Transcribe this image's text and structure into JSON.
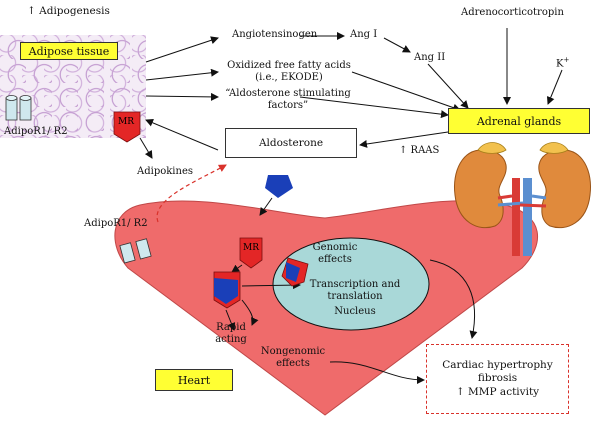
{
  "labels": {
    "adipogenesis": "↑ Adipogenesis",
    "adipose_tissue": "Adipose tissue",
    "adipor_top": "AdipoR1/ R2",
    "mr_top": "MR",
    "adipokines": "Adipokines",
    "angiotensinogen": "Angiotensinogen",
    "ang1": "Ang I",
    "ang2": "Ang II",
    "acth": "Adrenocorticotropin",
    "k_plus": "K",
    "k_sup": "+",
    "ffa_line1": "Oxidized free fatty acids",
    "ffa_line2": "(i.e., EKODE)",
    "asf_line1": "“Aldosterone stimulating",
    "asf_line2": "factors”",
    "adrenal_glands": "Adrenal glands",
    "aldosterone": "Aldosterone",
    "raas": "↑ RAAS",
    "adipor_heart": "AdipoR1/ R2",
    "mr_heart": "MR",
    "genomic_line1": "Genomic",
    "genomic_line2": "effects",
    "transcription_line1": "Transcription and",
    "transcription_line2": "translation",
    "nucleus": "Nucleus",
    "rapid_line1": "Rapid",
    "rapid_line2": "acting",
    "nongenomic_line1": "Nongenomic",
    "nongenomic_line2": "effects",
    "heart": "Heart",
    "outcome_line1": "Cardiac hypertrophy",
    "outcome_line2": "fibrosis",
    "outcome_line3": "↑ MMP activity"
  },
  "colors": {
    "label_box": "#ffff33",
    "heart_fill": "#ef6b6b",
    "nucleus_fill": "#a9d8d8",
    "mr_red": "#e32626",
    "aldosterone_blue": "#1a3fb8",
    "dashed_red": "#d9322b"
  }
}
